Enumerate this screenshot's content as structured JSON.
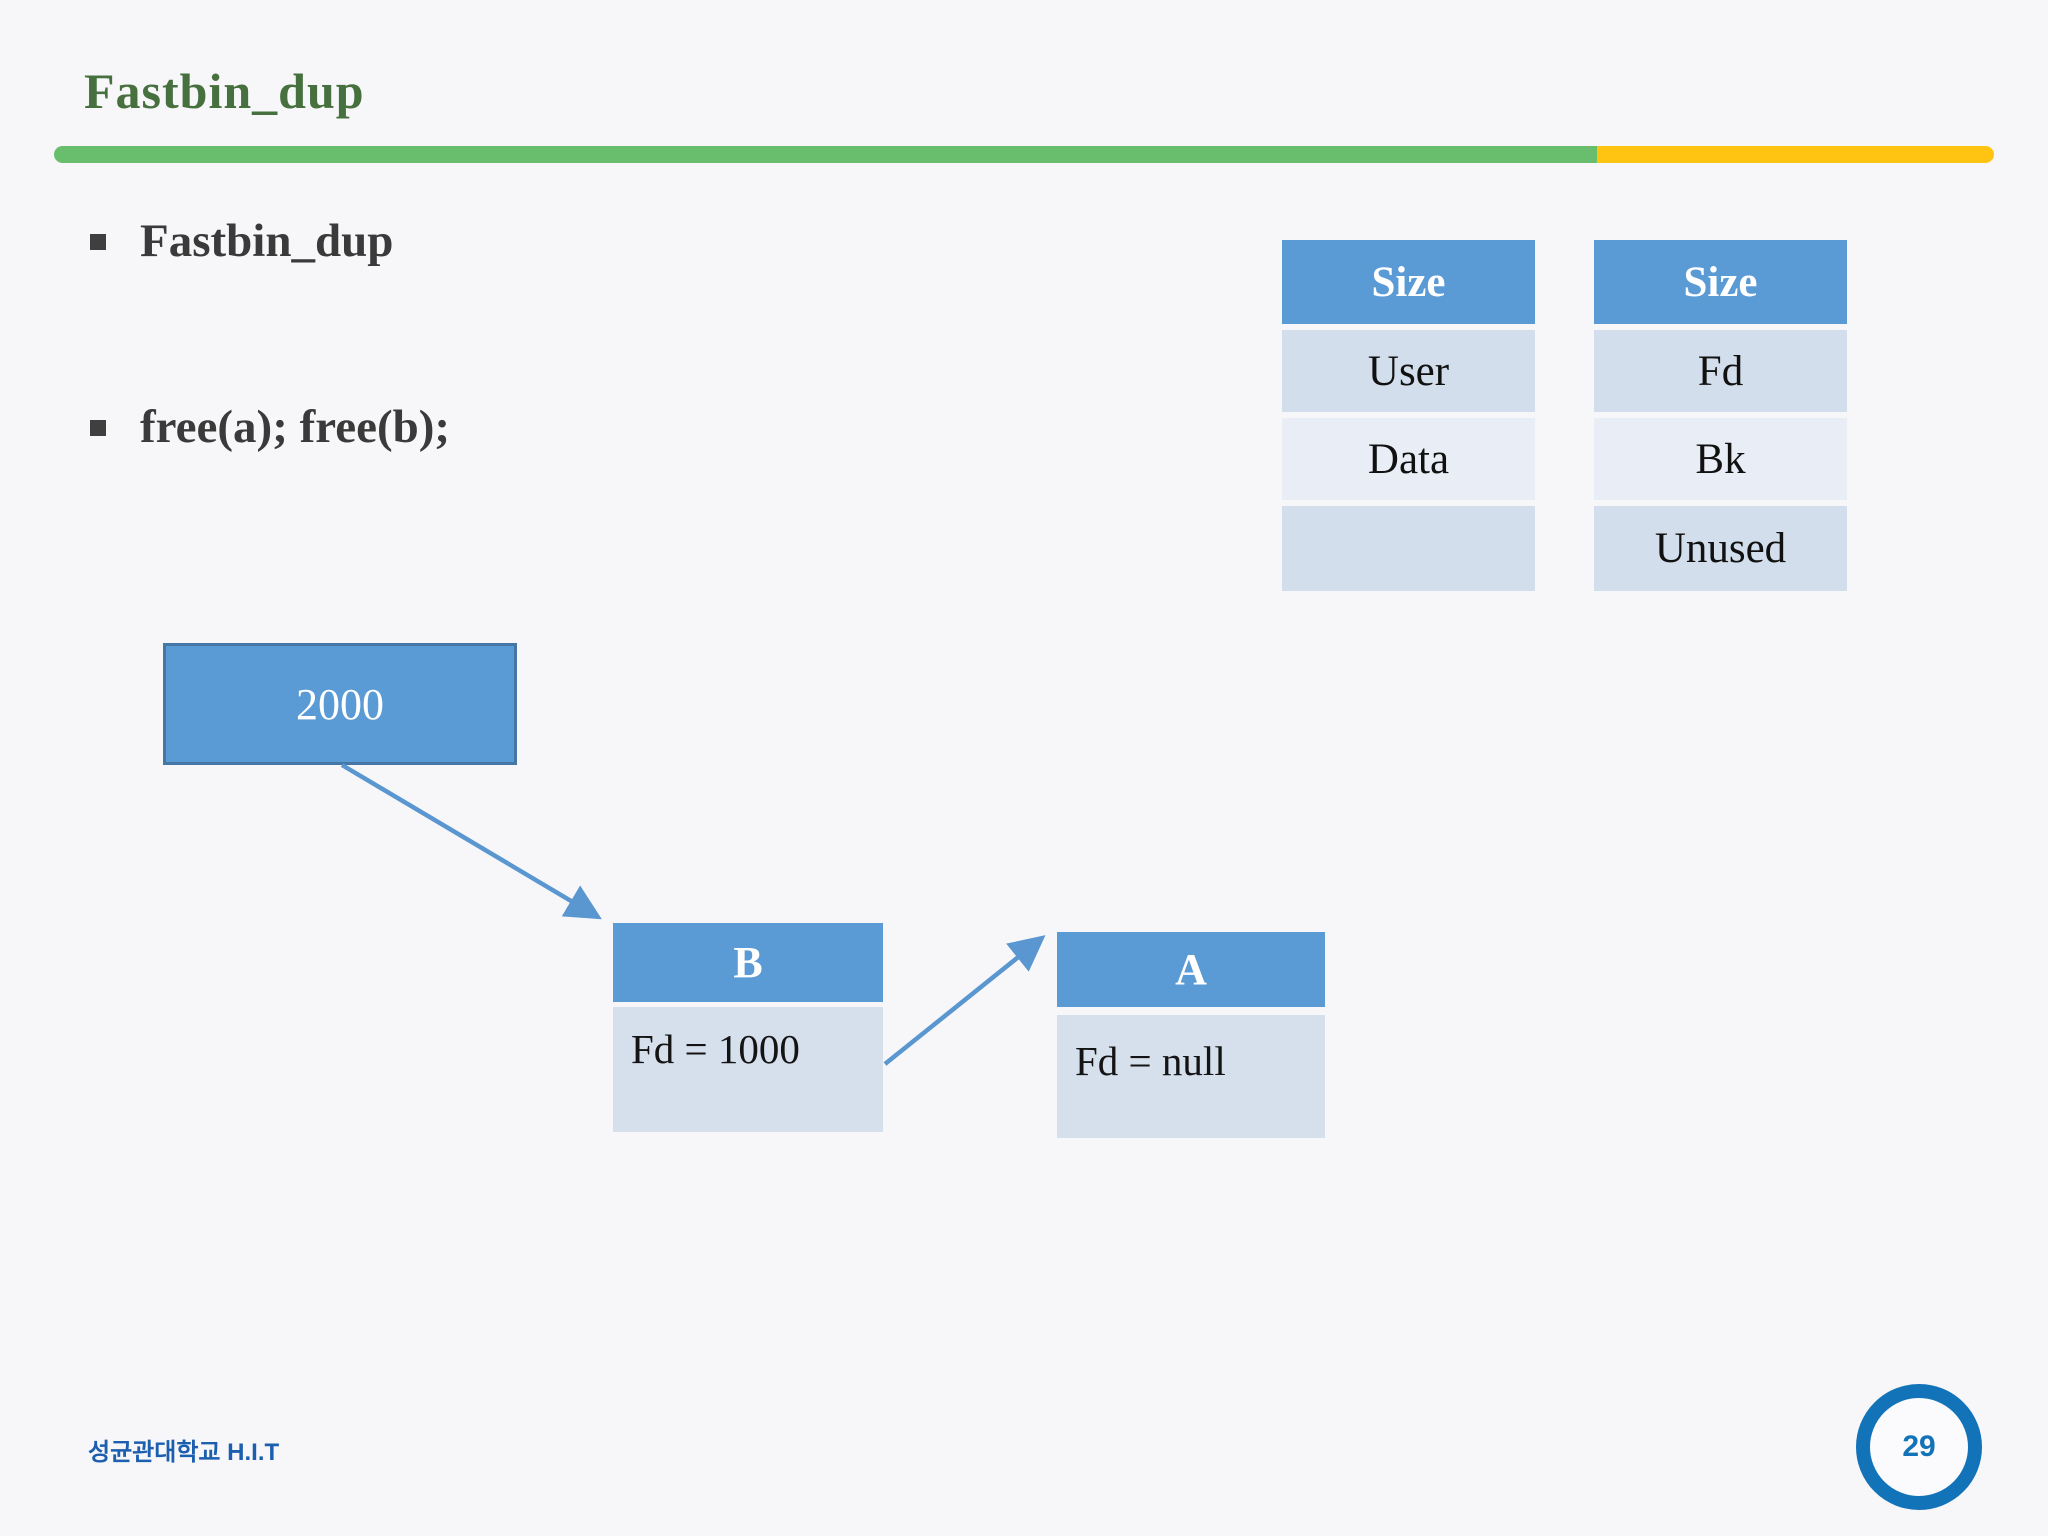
{
  "slide": {
    "title": "Fastbin_dup",
    "footer": "성균관대학교 H.I.T",
    "page_number": "29",
    "bullets": [
      {
        "label": "Fastbin_dup"
      },
      {
        "label": "free(a); free(b);"
      }
    ]
  },
  "tables": {
    "allocated_chunk": {
      "header": "Size",
      "rows": [
        "User",
        "Data",
        ""
      ]
    },
    "freed_chunk": {
      "header": "Size",
      "rows": [
        "Fd",
        "Bk",
        "Unused"
      ]
    }
  },
  "diagram": {
    "fastbin_head": "2000",
    "chunk_b": {
      "title": "B",
      "body": "Fd = 1000"
    },
    "chunk_a": {
      "title": "A",
      "body": "Fd = null"
    }
  },
  "colors": {
    "background": "#f7f7fa",
    "title_green": "#47703f",
    "underline_green": "#68be6c",
    "underline_yellow": "#ffc412",
    "header_blue": "#5b9bd5",
    "row_light_blue": "#d3deec",
    "row_pale_blue": "#e9eef6",
    "chunk_body_blue": "#d5e0ec",
    "box_border_blue": "#4576a6",
    "arrow_blue": "#5a96cf",
    "footer_blue": "#1c5fae",
    "page_circle_blue": "#1273b9"
  }
}
